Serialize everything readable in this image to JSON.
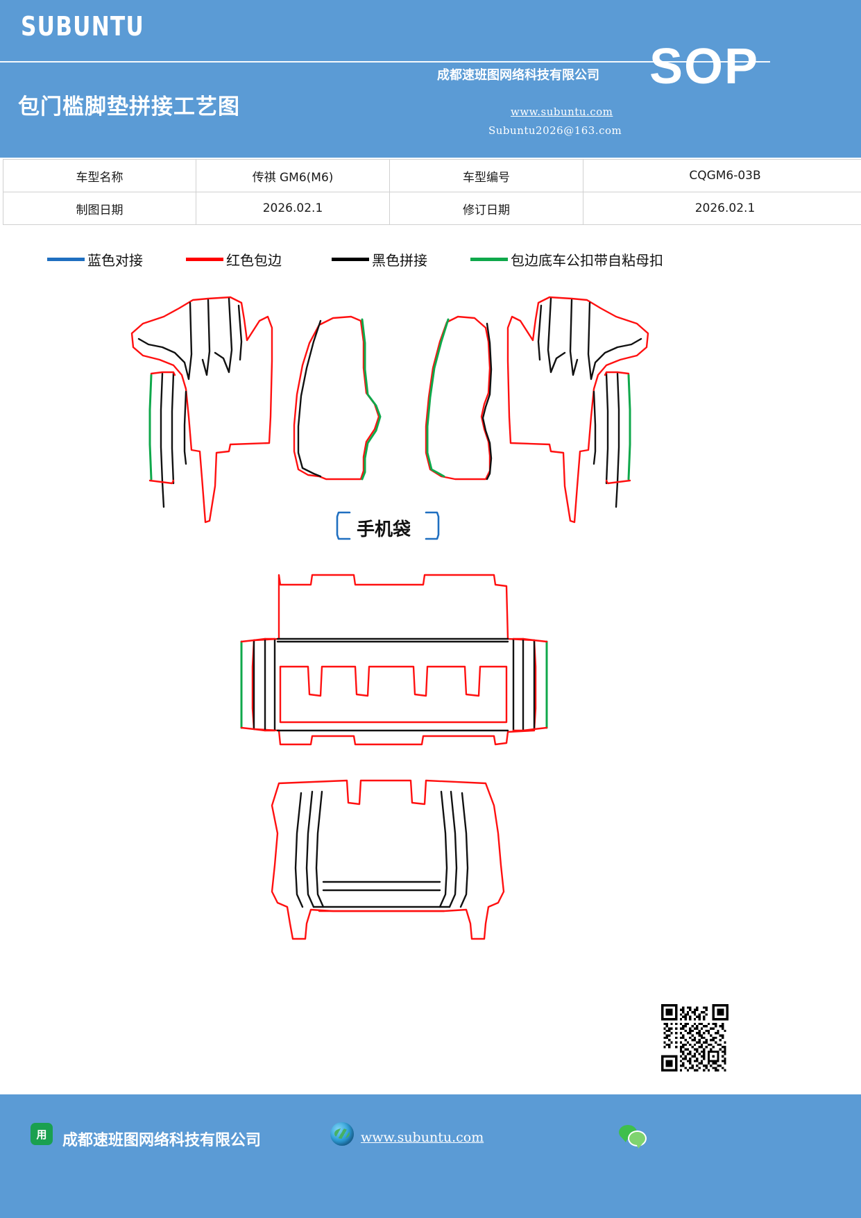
{
  "header": {
    "brand": "SUBUNTU",
    "doc_title": "包门槛脚垫拼接工艺图",
    "company": "成都速班图网络科技有限公司",
    "website": "www.subuntu.com",
    "email": "Subuntu2026@163.com",
    "doc_type": "SOP",
    "background_color": "#5B9BD5"
  },
  "info_table": {
    "rows": [
      {
        "label1": "车型名称",
        "value1": "传祺 GM6(M6)",
        "label2": "车型编号",
        "value2": "CQGM6-03B"
      },
      {
        "label1": "制图日期",
        "value1": "2026.02.1",
        "label2": "修订日期",
        "value2": "2026.02.1"
      }
    ]
  },
  "legend": {
    "items": [
      {
        "color": "#1F6FC0",
        "label": "蓝色对接"
      },
      {
        "color": "#FF0000",
        "label": "红色包边"
      },
      {
        "color": "#000000",
        "label": "黑色拼接"
      },
      {
        "color": "#0FA84B",
        "label": "包边底车公扣带自粘母扣"
      }
    ]
  },
  "drawing": {
    "pocket_label": "手机袋",
    "stroke_colors": {
      "red_edge": "#FF1010",
      "black_seam": "#111111",
      "green_hook": "#0FA84B",
      "blue_butt": "#1F6FC0"
    },
    "panels": [
      "driver-side-mat",
      "driver-footwell-mat",
      "passenger-footwell-mat",
      "passenger-side-mat",
      "second-row-mat",
      "third-row-mat"
    ]
  },
  "footer": {
    "company": "成都速班图网络科技有限公司",
    "website": "www.subuntu.com",
    "background_color": "#5B9BD5"
  }
}
